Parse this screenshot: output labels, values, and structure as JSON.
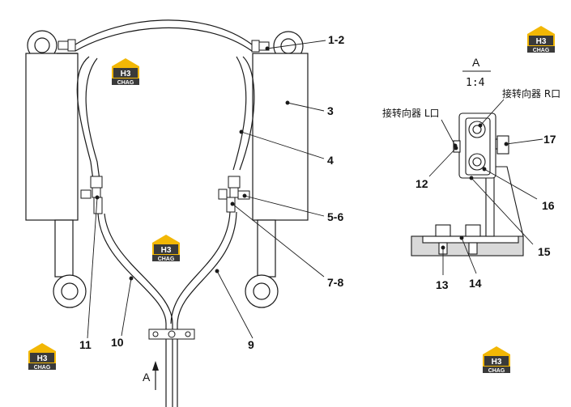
{
  "part_labels": {
    "p1_2": "1-2",
    "p3": "3",
    "p4": "4",
    "p5_6": "5-6",
    "p7_8": "7-8",
    "p9": "9",
    "p10": "10",
    "p11": "11",
    "p12": "12",
    "p13": "13",
    "p14": "14",
    "p15": "15",
    "p16": "16",
    "p17": "17"
  },
  "view": {
    "name": "A",
    "scale": "1:4",
    "arrow_label": "A"
  },
  "annotations": {
    "right_port": "接转向器 R口",
    "left_port": "接转向器 L口"
  },
  "watermark": {
    "mark": "H3",
    "text": "CHAG",
    "colors": {
      "yellow": "#f2b705",
      "dark": "#3a3a3a"
    }
  },
  "colors": {
    "line": "#1a1a1a",
    "shade": "#d9d9d9"
  }
}
